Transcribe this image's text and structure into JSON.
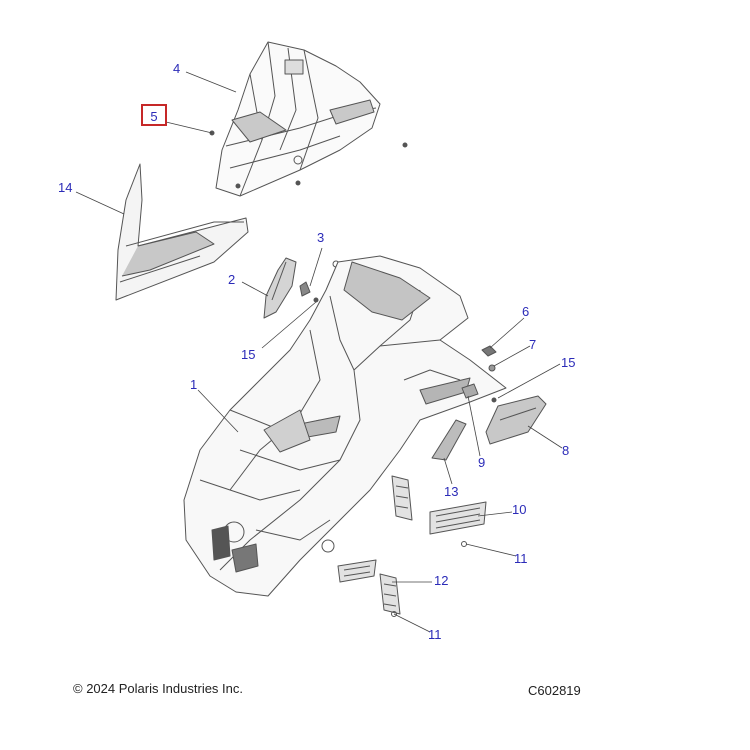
{
  "callouts": {
    "c1": "1",
    "c2": "2",
    "c3": "3",
    "c4": "4",
    "c5": "5",
    "c6": "6",
    "c7": "7",
    "c8": "8",
    "c9": "9",
    "c10": "10",
    "c11a": "11",
    "c11b": "11",
    "c12": "12",
    "c13": "13",
    "c14": "14",
    "c15a": "15",
    "c15b": "15"
  },
  "footer": {
    "copyright": "© 2024 Polaris Industries Inc.",
    "drawing_id": "C602819"
  },
  "colors": {
    "callout_text": "#2b2bb8",
    "highlight_box": "#c62828",
    "line_art": "#555555",
    "shade": "#b8b8b8"
  }
}
